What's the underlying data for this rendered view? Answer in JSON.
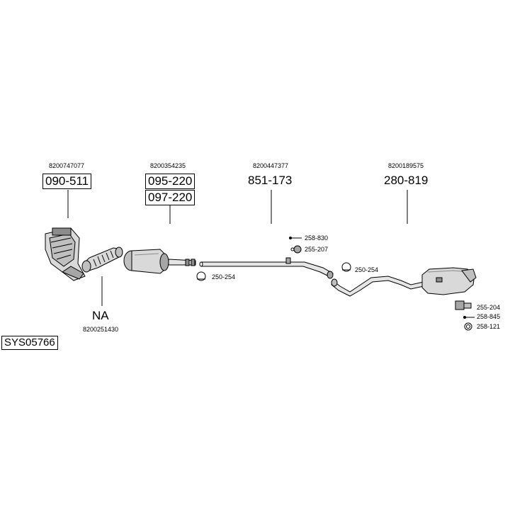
{
  "system_code": "SYS05766",
  "groups": [
    {
      "oem": "8200747077",
      "parts": [
        "090-511"
      ]
    },
    {
      "oem": "8200354235",
      "parts": [
        "095-220",
        "097-220"
      ]
    },
    {
      "oem": "8200447377",
      "parts": [
        "851-173"
      ]
    },
    {
      "oem": "8200189575",
      "parts": [
        "280-819"
      ]
    },
    {
      "oem": "8200251430",
      "parts": [
        "NA"
      ]
    }
  ],
  "accessories": [
    "258-830",
    "255-207",
    "250-254",
    "250-254",
    "255-204",
    "258-845",
    "258-121"
  ],
  "style": {
    "line_color": "#000000",
    "part_fill": "#d9d9d9",
    "part_dark": "#8c8c8c"
  }
}
